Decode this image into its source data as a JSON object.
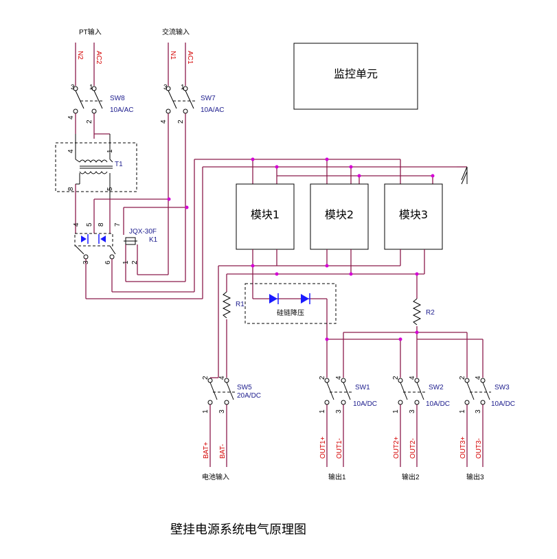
{
  "title": "壁挂电源系统电气原理图",
  "monitor_unit": "监控单元",
  "modules": [
    "模块1",
    "模块2",
    "模块3"
  ],
  "inputs": {
    "pt_input": "PT输入",
    "ac_input": "交流输入",
    "n2": "N2",
    "ac2": "AC2",
    "n1": "N1",
    "ac1": "AC1"
  },
  "pins": {
    "p1": "1",
    "p2": "2",
    "p3": "3",
    "p4": "4",
    "p5": "5",
    "p6": "6",
    "p7": "7",
    "p8": "8"
  },
  "switches": {
    "sw8": {
      "name": "SW8",
      "rating": "10A/AC"
    },
    "sw7": {
      "name": "SW7",
      "rating": "10A/AC"
    },
    "sw5": {
      "name": "SW5",
      "rating": "20A/DC"
    },
    "sw1": {
      "name": "SW1",
      "rating": "10A/DC"
    },
    "sw2": {
      "name": "SW2",
      "rating": "10A/DC"
    },
    "sw3": {
      "name": "SW3",
      "rating": "10A/DC"
    }
  },
  "components": {
    "t1": "T1",
    "relay_model": "JQX-30F",
    "k1": "K1",
    "r1": "R1",
    "r2": "R2",
    "silicon_chain": "硅链降压"
  },
  "outputs": {
    "bat_plus": "BAT+",
    "bat_minus": "BAT-",
    "out1_plus": "OUT1+",
    "out1_minus": "OUT1-",
    "out2_plus": "OUT2+",
    "out2_minus": "OUT2-",
    "out3_plus": "OUT3+",
    "out3_minus": "OUT3-",
    "battery_input": "电池输入",
    "output1": "输出1",
    "output2": "输出2",
    "output3": "输出3"
  },
  "colors": {
    "wire": "#8b1a4a",
    "junction": "#d400d4",
    "label_blue": "#1a1a8c",
    "terminal_red": "#d40000",
    "diode_blue": "#1a1aff"
  }
}
